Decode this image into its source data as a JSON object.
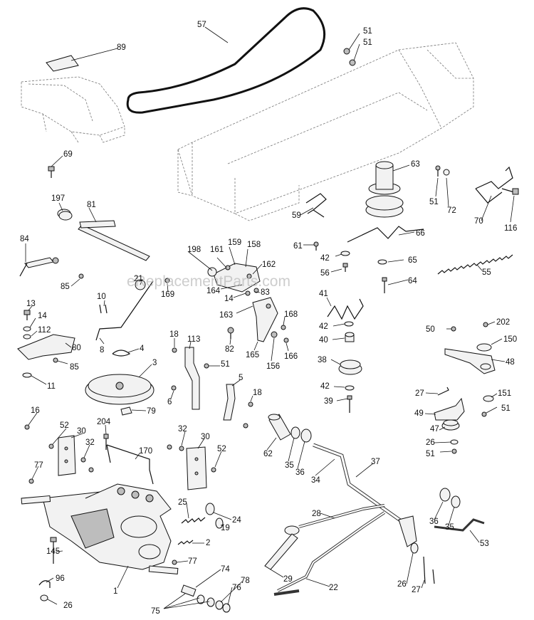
{
  "watermark": "eReplacementParts.com",
  "callouts": [
    "57",
    "51",
    "51",
    "89",
    "69",
    "63",
    "51",
    "72",
    "70",
    "116",
    "197",
    "81",
    "59",
    "84",
    "198",
    "161",
    "159",
    "158",
    "162",
    "61",
    "66",
    "42",
    "65",
    "56",
    "55",
    "21",
    "85",
    "169",
    "164",
    "14",
    "83",
    "64",
    "10",
    "163",
    "168",
    "41",
    "13",
    "14",
    "112",
    "8",
    "82",
    "165",
    "156",
    "166",
    "42",
    "50",
    "202",
    "40",
    "150",
    "80",
    "4",
    "18",
    "113",
    "38",
    "48",
    "85",
    "3",
    "51",
    "5",
    "42",
    "11",
    "6",
    "18",
    "27",
    "39",
    "151",
    "79",
    "49",
    "51",
    "16",
    "204",
    "52",
    "30",
    "32",
    "62",
    "35",
    "36",
    "47",
    "32",
    "30",
    "52",
    "26",
    "37",
    "170",
    "34",
    "77",
    "51",
    "25",
    "24",
    "28",
    "36",
    "35",
    "19",
    "2",
    "53",
    "145",
    "77",
    "74",
    "29",
    "22",
    "26",
    "96",
    "78",
    "76",
    "75",
    "26",
    "27",
    "1"
  ]
}
